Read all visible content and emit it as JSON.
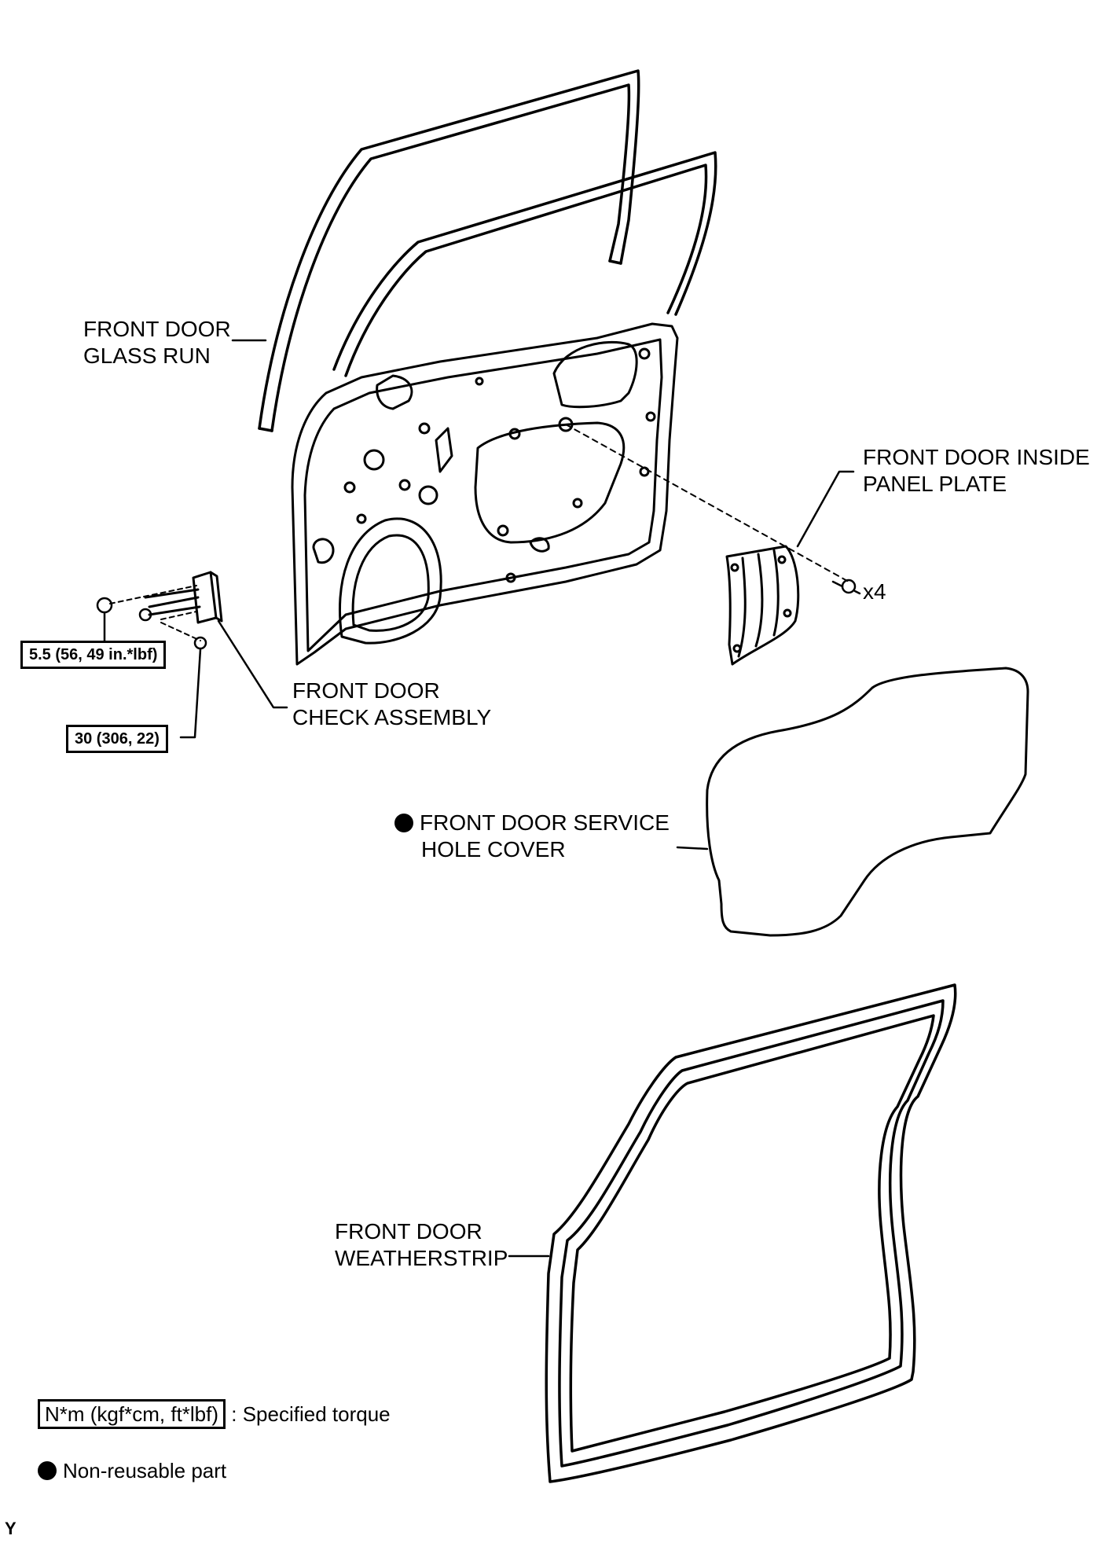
{
  "labels": {
    "glass_run_1": "FRONT DOOR",
    "glass_run_2": "GLASS RUN",
    "inside_panel_1": "FRONT DOOR INSIDE",
    "inside_panel_2": "PANEL PLATE",
    "qty": "x4",
    "check_assembly_1": "FRONT DOOR",
    "check_assembly_2": "CHECK ASSEMBLY",
    "service_cover_1": "FRONT DOOR SERVICE",
    "service_cover_2": "HOLE COVER",
    "weatherstrip_1": "FRONT DOOR",
    "weatherstrip_2": "WEATHERSTRIP"
  },
  "torque": {
    "nut": "5.5 (56, 49 in.*lbf)",
    "bolt": "30 (306, 22)"
  },
  "legend": {
    "torque_box": "N*m (kgf*cm, ft*lbf)",
    "torque_text": ": Specified torque",
    "nonreusable_text": "Non-reusable part"
  },
  "corner_mark": "Y",
  "icons": [
    "non-reusable-dot-icon"
  ]
}
